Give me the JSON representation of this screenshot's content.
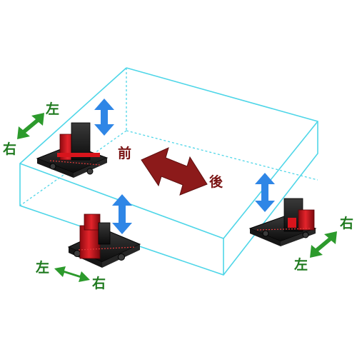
{
  "colors": {
    "box_outline": "#4fd6e8",
    "vertical_arrow": "#2f86e6",
    "lateral_arrow": "#2c9a2c",
    "longitudinal_arrow": "#8c1a1a",
    "jack_red": "#d8141c",
    "jack_base": "#1a1a1a"
  },
  "labels": {
    "left_jack": {
      "left": "左",
      "right": "右"
    },
    "front_jack": {
      "left": "左",
      "right": "右"
    },
    "right_jack": {
      "right": "右",
      "left": "左"
    },
    "longitudinal": {
      "front": "前",
      "rear": "後"
    }
  }
}
